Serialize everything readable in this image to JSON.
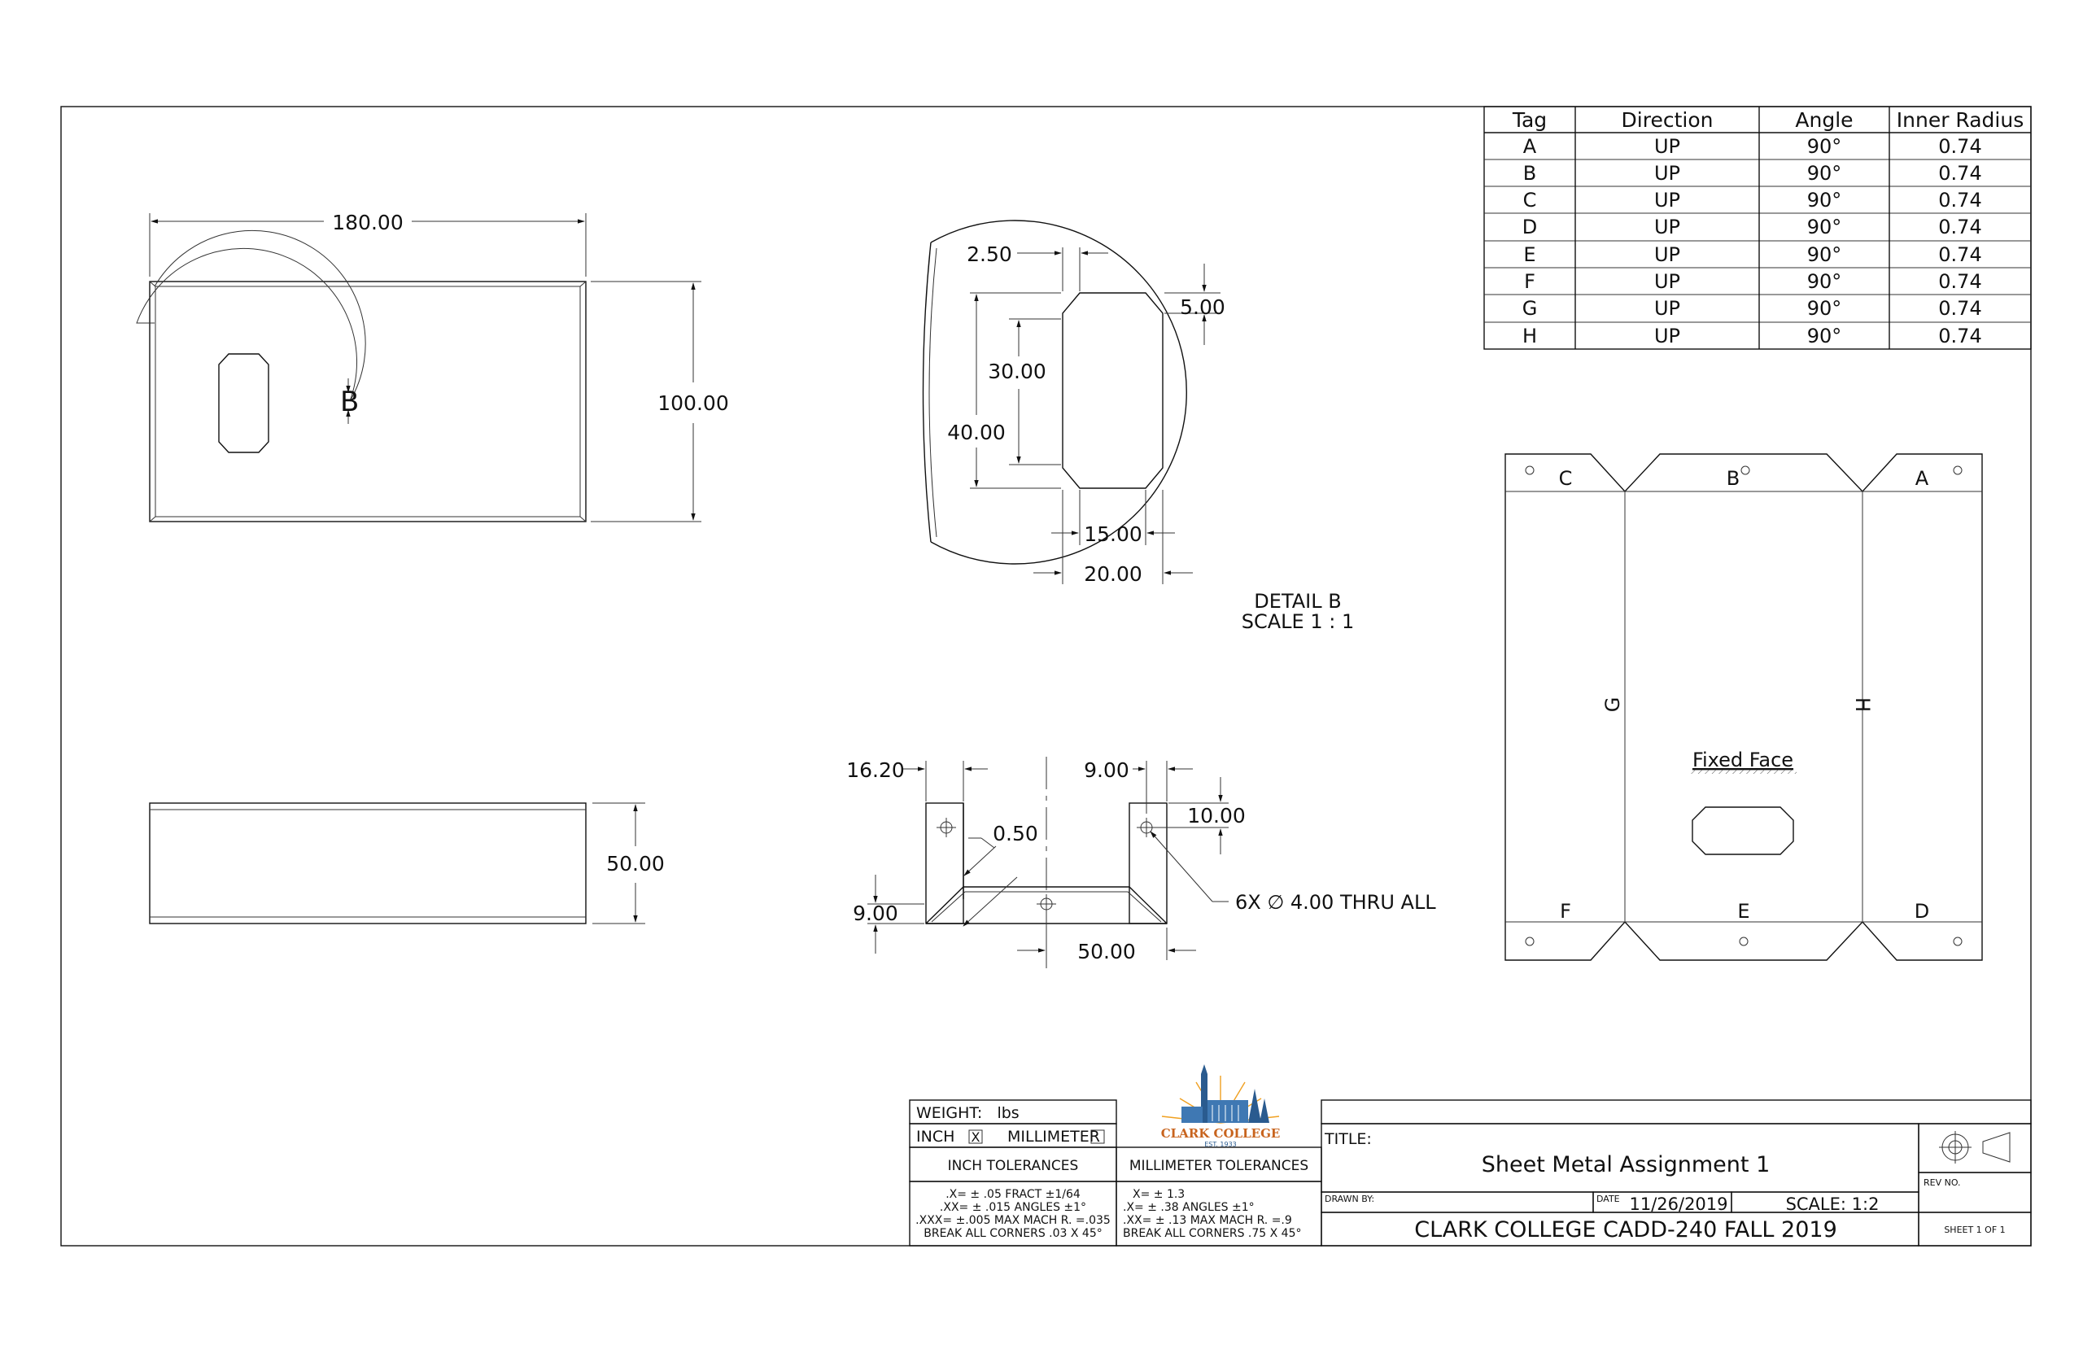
{
  "bend_table": {
    "headers": [
      "Tag",
      "Direction",
      "Angle",
      "Inner Radius"
    ],
    "rows": [
      [
        "A",
        "UP",
        "90°",
        "0.74"
      ],
      [
        "B",
        "UP",
        "90°",
        "0.74"
      ],
      [
        "C",
        "UP",
        "90°",
        "0.74"
      ],
      [
        "D",
        "UP",
        "90°",
        "0.74"
      ],
      [
        "E",
        "UP",
        "90°",
        "0.74"
      ],
      [
        "F",
        "UP",
        "90°",
        "0.74"
      ],
      [
        "G",
        "UP",
        "90°",
        "0.74"
      ],
      [
        "H",
        "UP",
        "90°",
        "0.74"
      ]
    ]
  },
  "top_view": {
    "width_dim": "180.00",
    "height_dim": "100.00",
    "detail_tag": "B"
  },
  "front_view": {
    "height_dim": "50.00"
  },
  "detail": {
    "dims": {
      "d1": "2.50",
      "d2": "5.00",
      "d3": "30.00",
      "d4": "40.00",
      "d5": "15.00",
      "d6": "20.00"
    },
    "label": "DETAIL B",
    "scale": "SCALE 1 : 1"
  },
  "section_view": {
    "dims": {
      "d1": "16.20",
      "d2": "9.00",
      "d3": "10.00",
      "d4": "0.50",
      "d5": "9.00",
      "d6": "50.00"
    },
    "hole_note": "6X ∅ 4.00 THRU ALL"
  },
  "flat_pattern": {
    "tags": {
      "a": "A",
      "b": "B",
      "c": "C",
      "d": "D",
      "e": "E",
      "f": "F",
      "g": "G",
      "h": "H"
    },
    "fixed_face": "Fixed Face"
  },
  "title_block": {
    "weight": "WEIGHT:   lbs",
    "inch": "INCH",
    "inch_mark": "X",
    "millimeter": "MILLIMETER",
    "inch_tol_title": "INCH TOLERANCES",
    "mm_tol_title": "MILLIMETER TOLERANCES",
    "inch_tol_lines": [
      ".X= ± .05     FRACT ±1/64",
      ".XX= ± .015    ANGLES  ±1°",
      ".XXX= ±.005    MAX MACH R. =.035",
      "BREAK ALL CORNERS .03 X 45°"
    ],
    "mm_tol_lines": [
      "X= ± 1.3",
      ".X= ± .38          ANGLES  ±1°",
      ".XX= ± .13          MAX MACH R. =.9",
      "BREAK ALL CORNERS .75 X 45°"
    ],
    "logo_name": "CLARK COLLEGE",
    "logo_est": "EST. 1933",
    "title_label": "TITLE:",
    "title": "Sheet Metal Assignment 1",
    "drawn_by_label": "DRAWN BY:",
    "date_label": "DATE",
    "date": "11/26/2019",
    "scale": "SCALE: 1:2",
    "course": "CLARK COLLEGE CADD-240 FALL 2019",
    "rev_label": "REV NO.",
    "sheet": "SHEET 1 OF 1"
  }
}
